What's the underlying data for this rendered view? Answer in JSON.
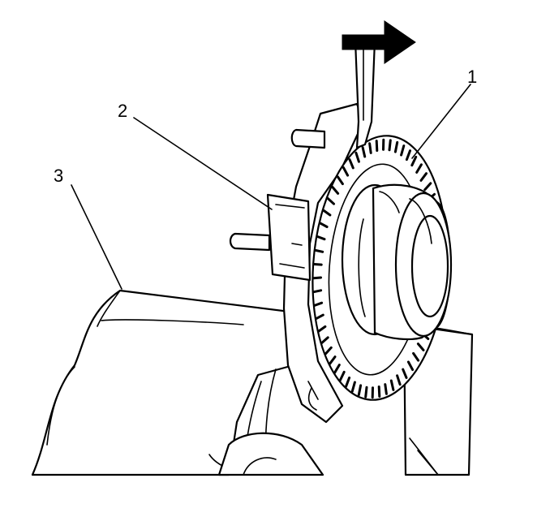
{
  "callouts": [
    {
      "id": "1",
      "label": "1"
    },
    {
      "id": "2",
      "label": "2"
    },
    {
      "id": "3",
      "label": "3"
    }
  ],
  "arrow": {
    "direction": "right",
    "color": "#000000"
  },
  "colors": {
    "ink": "#000000",
    "paper": "#ffffff"
  }
}
